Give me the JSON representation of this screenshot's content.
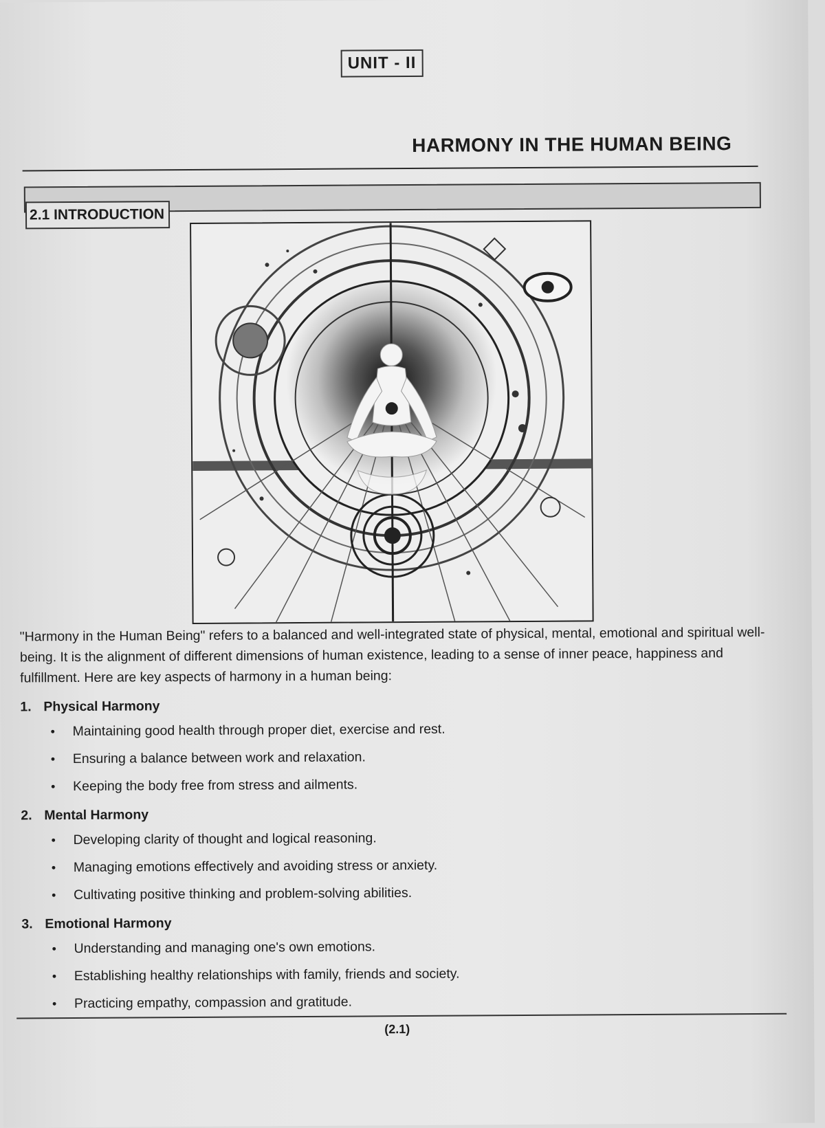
{
  "header": {
    "unit": "UNIT - II",
    "chapter_title": "HARMONY IN THE HUMAN BEING"
  },
  "section": {
    "label": "2.1  INTRODUCTION"
  },
  "figure": {
    "icon": "meditating-figure-illustration"
  },
  "intro": "\"Harmony in the Human Being\" refers to a balanced and well-integrated state of physical, mental, emotional and spiritual well-being. It is the alignment of different dimensions of human existence, leading to a sense of inner peace, happiness and fulfillment. Here are key aspects of harmony in a human being:",
  "aspects": [
    {
      "num": "1.",
      "title": "Physical Harmony",
      "points": [
        "Maintaining good health through proper diet, exercise and rest.",
        "Ensuring a balance between work and relaxation.",
        "Keeping the body free from stress and ailments."
      ]
    },
    {
      "num": "2.",
      "title": "Mental Harmony",
      "points": [
        "Developing clarity of thought and logical reasoning.",
        "Managing emotions effectively and avoiding stress or anxiety.",
        "Cultivating positive thinking and problem-solving abilities."
      ]
    },
    {
      "num": "3.",
      "title": "Emotional Harmony",
      "points": [
        "Understanding and managing one's own emotions.",
        "Establishing healthy relationships with family, friends and society.",
        "Practicing empathy, compassion and gratitude."
      ]
    }
  ],
  "footer": {
    "page_number": "(2.1)"
  }
}
